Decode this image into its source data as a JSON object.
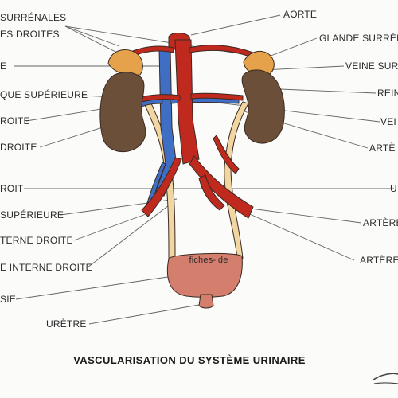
{
  "title": "VASCULARISATION DU SYSTÈME URINAIRE",
  "watermark": "fiches-ide",
  "labels_left": [
    "SURRÉNALES",
    "ES DROITES",
    "E",
    "QUE SUPÉRIEURE",
    "ROITE",
    "DROITE",
    "ROIT",
    "SUPÉRIEURE",
    "TERNE DROITE",
    "E INTERNE DROITE",
    "SIE",
    "URÈTRE"
  ],
  "labels_right": [
    "AORTE",
    "GLANDE SURRÉNA",
    "VEINE SUR",
    "REIN",
    "VEI",
    "ARTÈ",
    "U",
    "ARTÈRE",
    "ARTÈRE"
  ],
  "colors": {
    "artery": "#c0291e",
    "vein": "#3f6fc4",
    "ureter": "#f1d6a2",
    "kidney": "#6b4f39",
    "adrenal": "#e6a24a",
    "bladder": "#d47f6d"
  }
}
